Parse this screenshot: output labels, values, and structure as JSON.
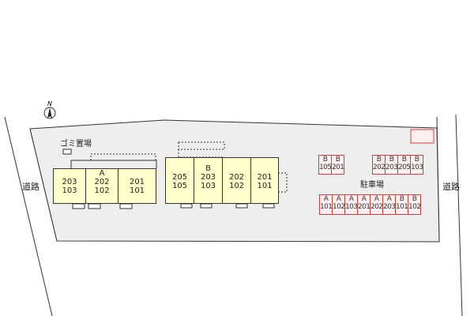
{
  "roads": {
    "left": "道路",
    "right": "道路"
  },
  "north": {
    "letter": "N"
  },
  "garbage": {
    "label": "ゴミ置場"
  },
  "parking": {
    "label": "駐車場",
    "row1_left": [
      {
        "b": "B",
        "n": "105"
      },
      {
        "b": "B",
        "n": "201"
      }
    ],
    "row1_right": [
      {
        "b": "B",
        "n": "202"
      },
      {
        "b": "B",
        "n": "203"
      },
      {
        "b": "B",
        "n": "205"
      },
      {
        "b": "B",
        "n": "103"
      }
    ],
    "row2": [
      {
        "b": "A",
        "n": "101"
      },
      {
        "b": "A",
        "n": "102"
      },
      {
        "b": "A",
        "n": "103"
      },
      {
        "b": "A",
        "n": "201"
      },
      {
        "b": "A",
        "n": "202"
      },
      {
        "b": "A",
        "n": "203"
      },
      {
        "b": "B",
        "n": "101"
      },
      {
        "b": "B",
        "n": "102"
      }
    ]
  },
  "building_a": {
    "name": "A",
    "units": [
      {
        "top": "203",
        "bottom": "103"
      },
      {
        "top": "202",
        "bottom": "102"
      },
      {
        "top": "201",
        "bottom": "101"
      }
    ]
  },
  "building_b": {
    "name": "B",
    "units": [
      {
        "top": "205",
        "bottom": "105"
      },
      {
        "top": "203",
        "bottom": "103"
      },
      {
        "top": "202",
        "bottom": "102"
      },
      {
        "top": "201",
        "bottom": "101"
      }
    ]
  },
  "colors": {
    "building": "#ffffcc",
    "parking_stroke": "#d23c3c",
    "parking_fill": "#fff0f0",
    "site": "#eeeeee"
  }
}
